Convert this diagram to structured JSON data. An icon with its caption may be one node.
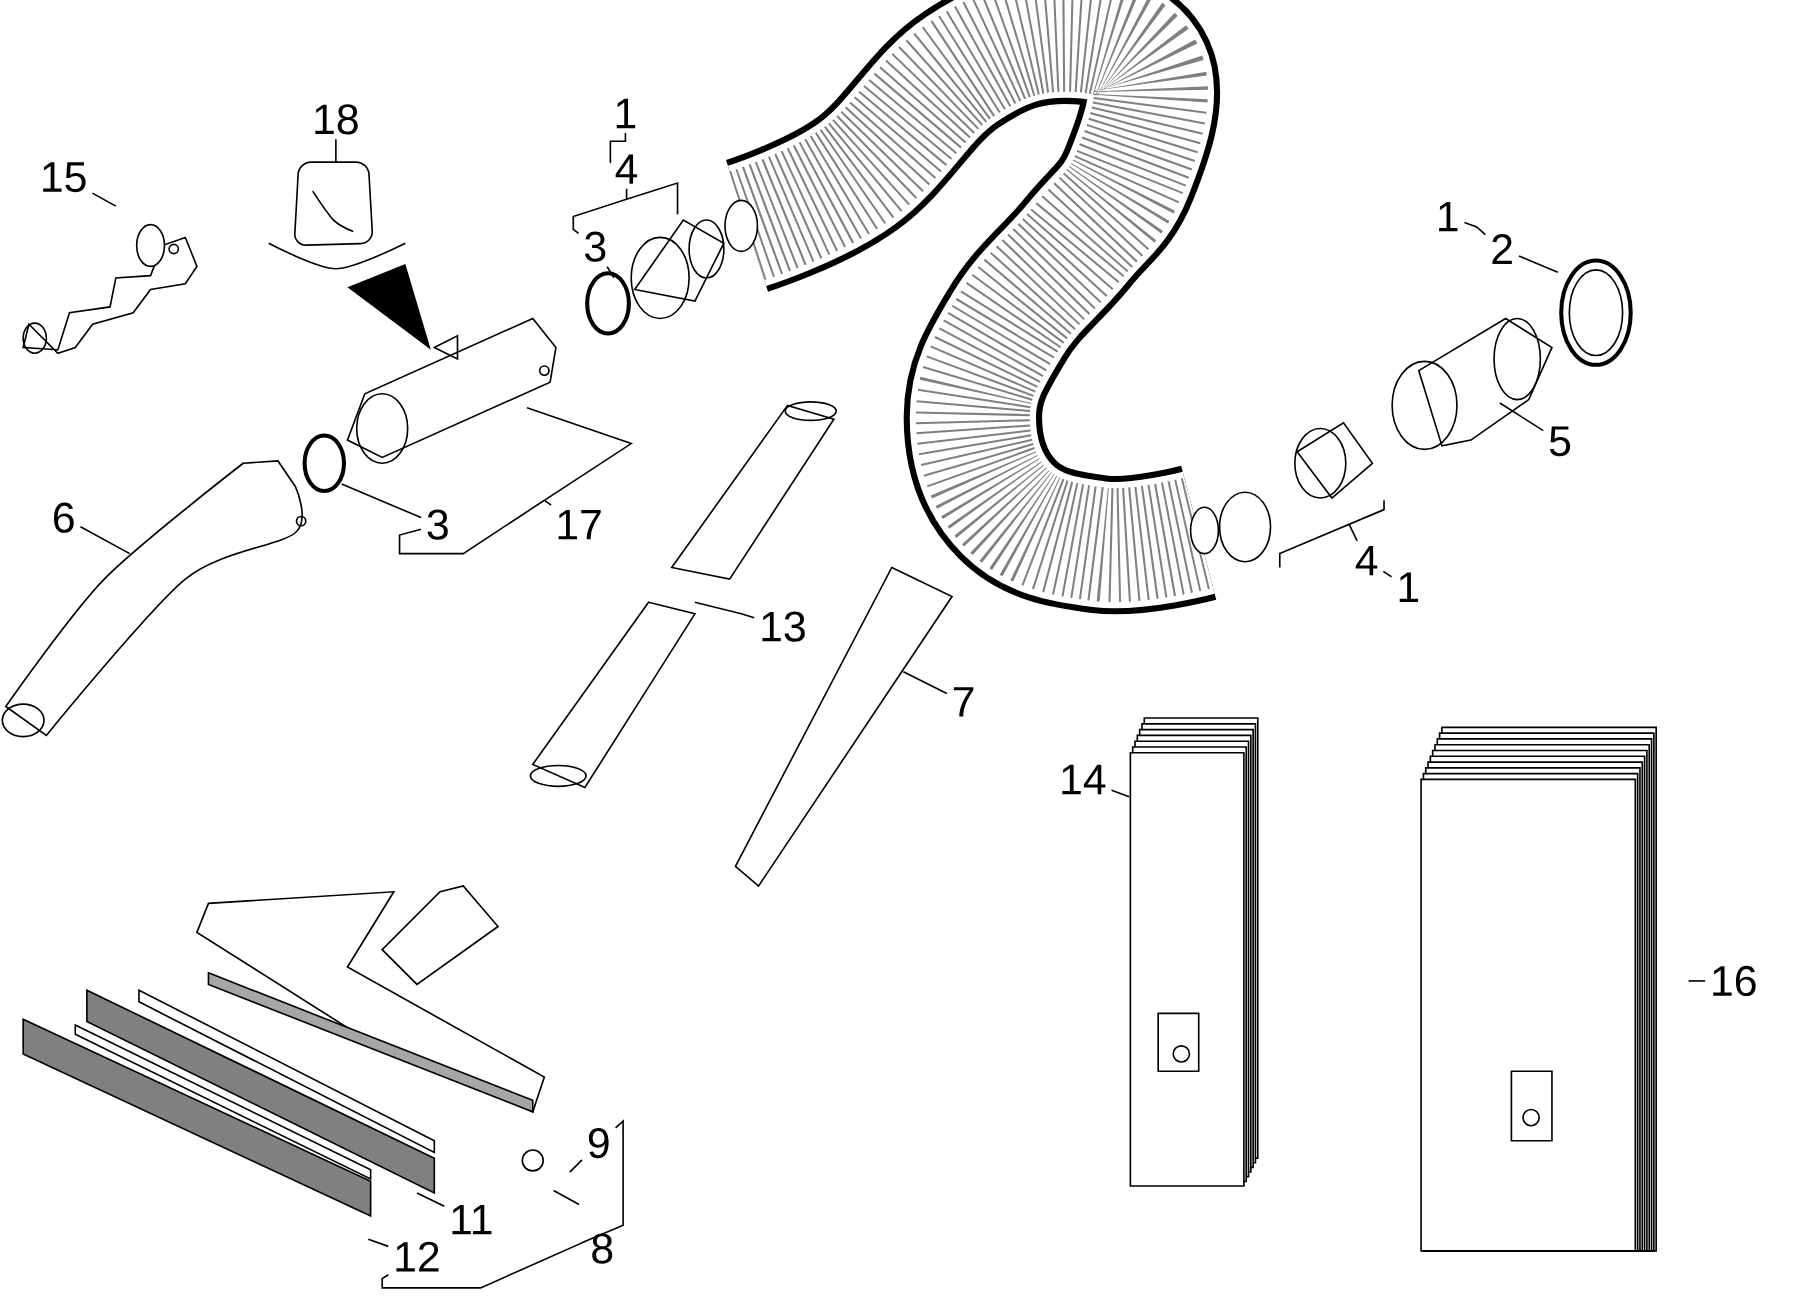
{
  "diagram": {
    "nodes": [
      {
        "text": [
          "18"
        ]
      },
      {
        "text": [
          "15"
        ]
      },
      {
        "text": [
          "1"
        ]
      },
      {
        "text": [
          "4"
        ]
      },
      {
        "text": [
          "3"
        ]
      },
      {
        "text": [
          "6"
        ]
      },
      {
        "text": [
          "3"
        ]
      },
      {
        "text": [
          "17"
        ]
      },
      {
        "text": [
          "13"
        ]
      },
      {
        "text": [
          "7"
        ]
      },
      {
        "text": [
          "1"
        ]
      },
      {
        "text": [
          "2"
        ]
      },
      {
        "text": [
          "5"
        ]
      },
      {
        "text": [
          "4"
        ]
      },
      {
        "text": [
          "1"
        ]
      },
      {
        "text": [
          "14"
        ]
      },
      {
        "text": [
          "16"
        ]
      },
      {
        "text": [
          "9"
        ]
      },
      {
        "text": [
          "11"
        ]
      },
      {
        "text": [
          "8"
        ]
      },
      {
        "text": [
          "12"
        ]
      }
    ],
    "edges": [
      {
        "from": 0,
        "to": null,
        "arrow": "none"
      },
      {
        "from": 1,
        "to": null,
        "arrow": "none"
      },
      {
        "from": 2,
        "to": 3,
        "arrow": "none"
      },
      {
        "from": 3,
        "to": 4,
        "arrow": "none"
      },
      {
        "from": 4,
        "to": null,
        "arrow": "none"
      },
      {
        "from": 5,
        "to": null,
        "arrow": "none"
      },
      {
        "from": 6,
        "to": null,
        "arrow": "none"
      },
      {
        "from": 7,
        "to": 6,
        "arrow": "none"
      },
      {
        "from": 8,
        "to": null,
        "arrow": "none"
      },
      {
        "from": 9,
        "to": null,
        "arrow": "none"
      },
      {
        "from": 10,
        "to": 11,
        "arrow": "none"
      },
      {
        "from": 11,
        "to": null,
        "arrow": "none"
      },
      {
        "from": 12,
        "to": null,
        "arrow": "none"
      },
      {
        "from": 13,
        "to": null,
        "arrow": "none"
      },
      {
        "from": 14,
        "to": 13,
        "arrow": "none"
      },
      {
        "from": 15,
        "to": null,
        "arrow": "none"
      },
      {
        "from": 16,
        "to": null,
        "arrow": "none"
      },
      {
        "from": 17,
        "to": null,
        "arrow": "none"
      },
      {
        "from": 18,
        "to": null,
        "arrow": "none"
      },
      {
        "from": 19,
        "to": 20,
        "arrow": "none"
      },
      {
        "from": 20,
        "to": null,
        "arrow": "none"
      },
      {
        "from": 19,
        "to": 17,
        "arrow": "none"
      }
    ]
  }
}
